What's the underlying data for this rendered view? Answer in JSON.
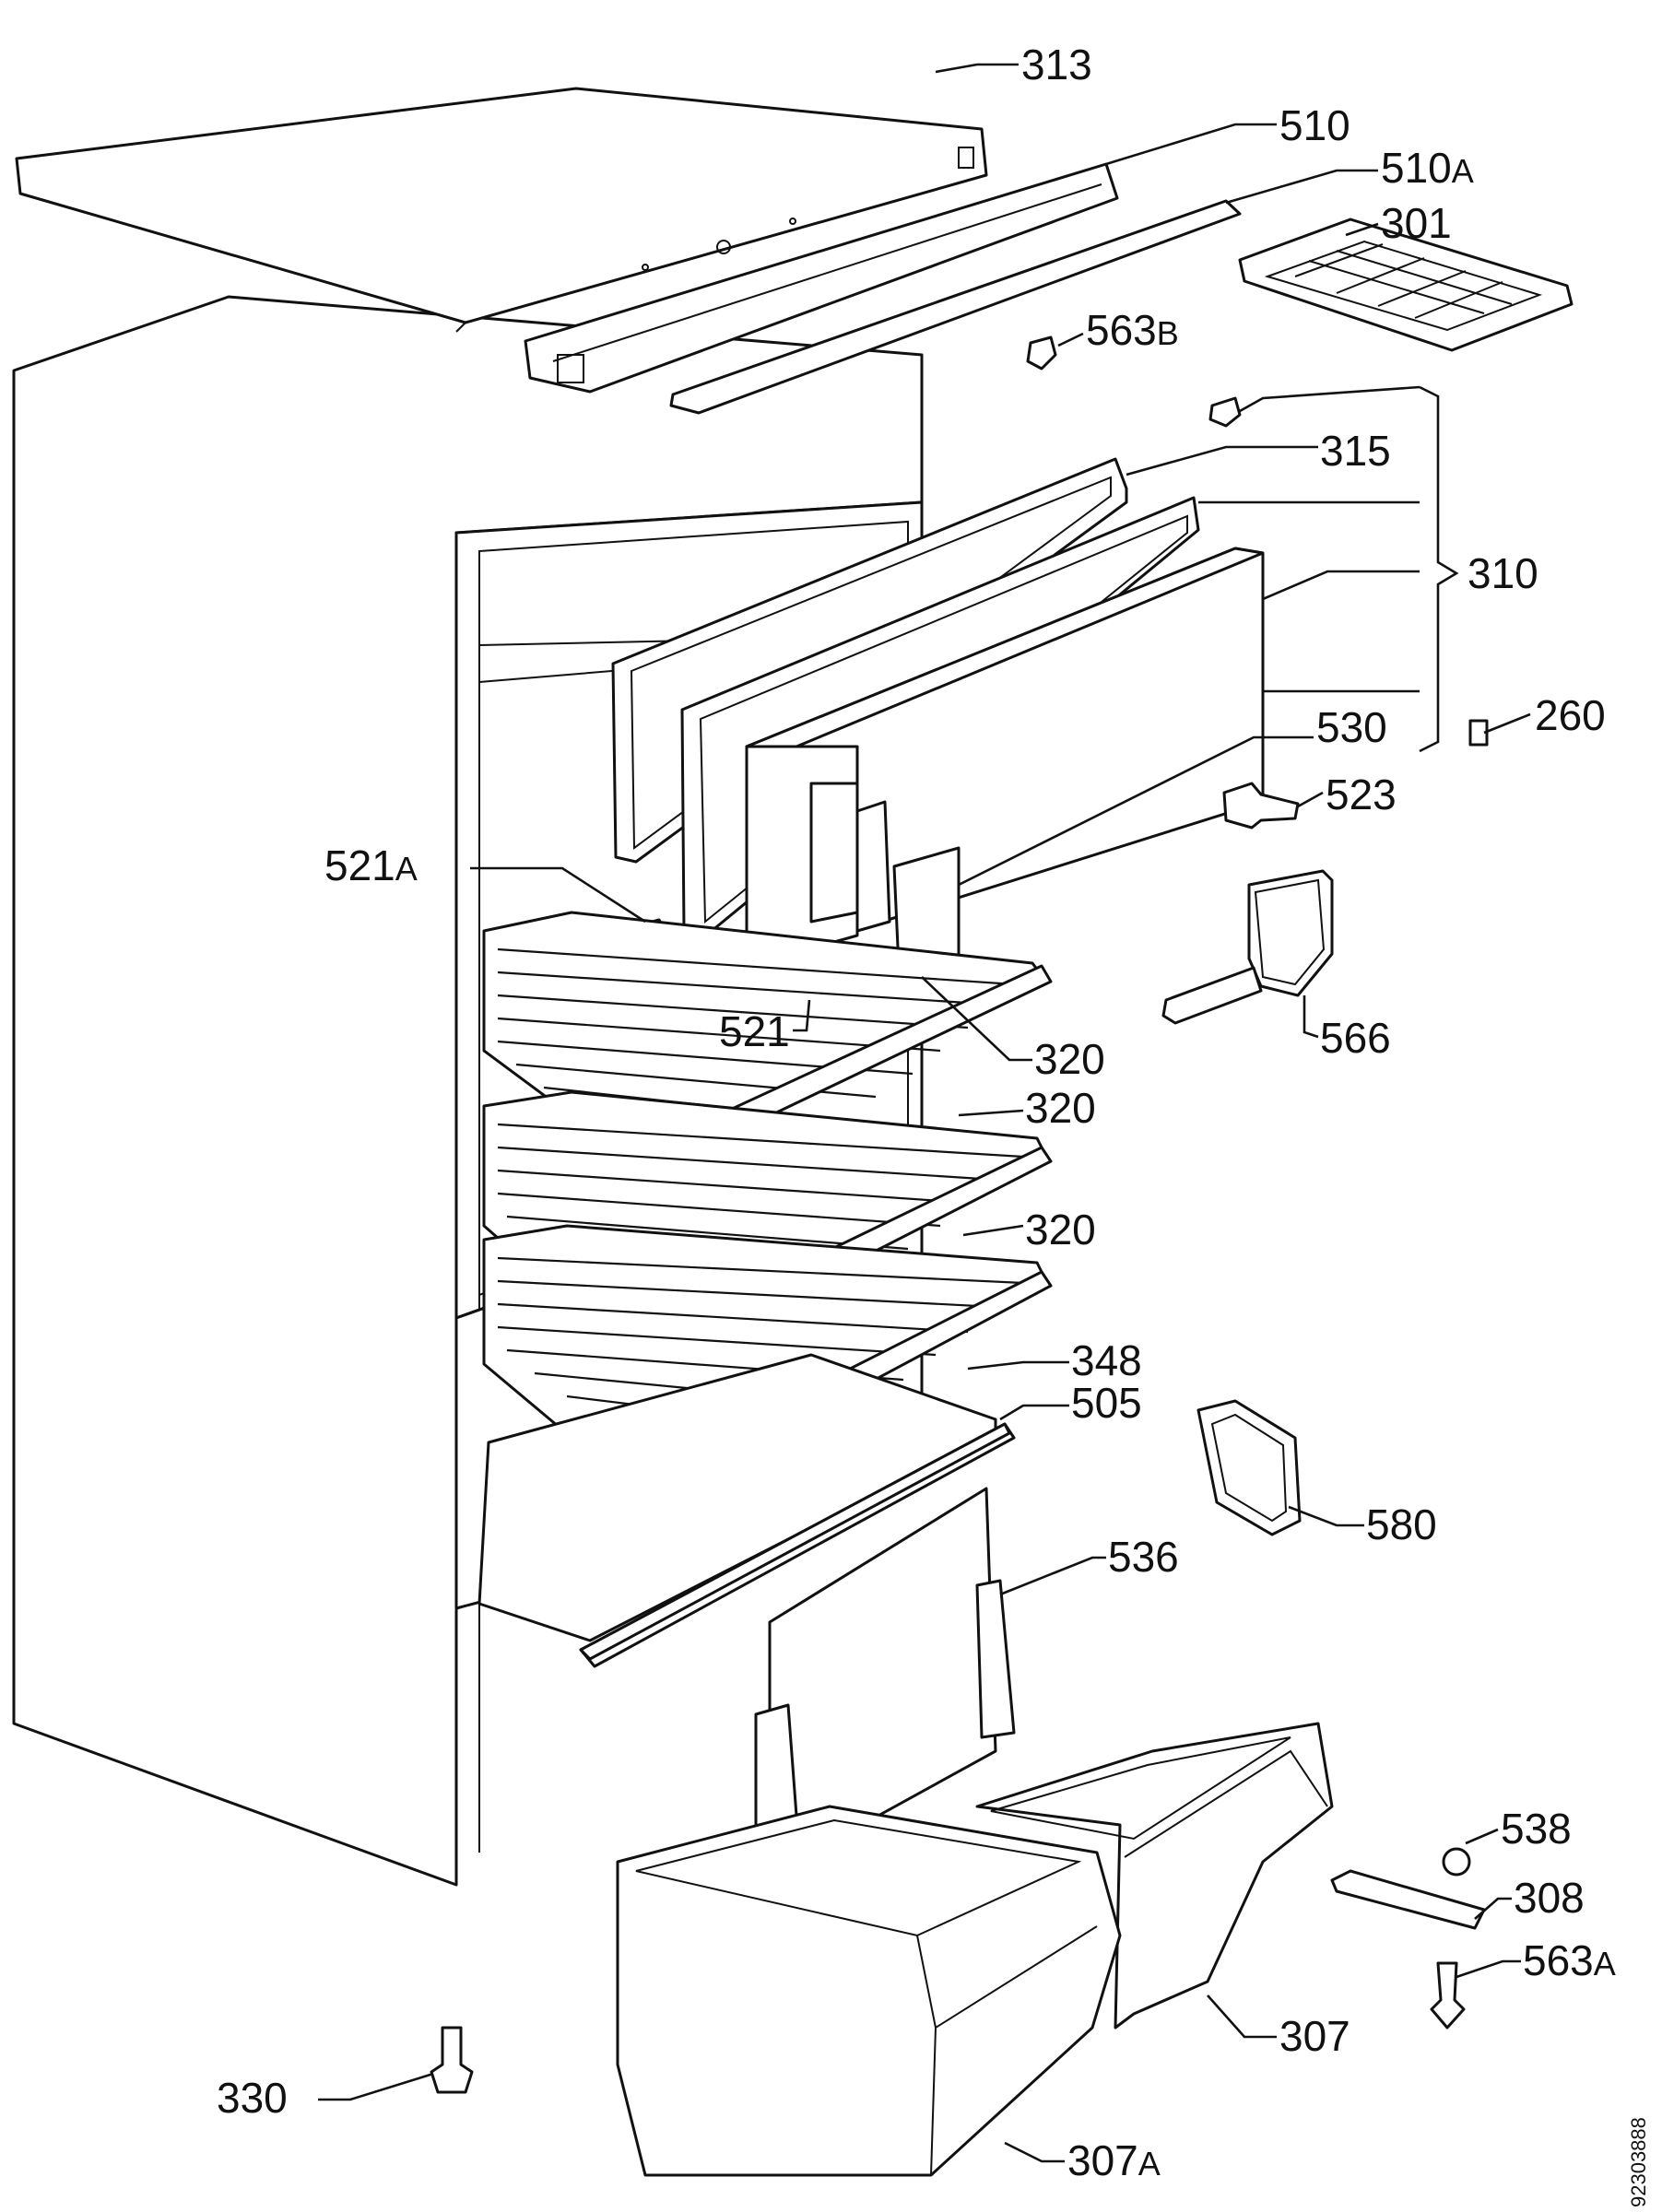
{
  "callouts": [
    {
      "id": "313",
      "num": "313",
      "sfx": ""
    },
    {
      "id": "510",
      "num": "510",
      "sfx": ""
    },
    {
      "id": "510a",
      "num": "510",
      "sfx": "A"
    },
    {
      "id": "301",
      "num": "301",
      "sfx": ""
    },
    {
      "id": "563b",
      "num": "563",
      "sfx": "B"
    },
    {
      "id": "315",
      "num": "315",
      "sfx": ""
    },
    {
      "id": "310",
      "num": "310",
      "sfx": ""
    },
    {
      "id": "530",
      "num": "530",
      "sfx": ""
    },
    {
      "id": "260",
      "num": "260",
      "sfx": ""
    },
    {
      "id": "523",
      "num": "523",
      "sfx": ""
    },
    {
      "id": "521a",
      "num": "521",
      "sfx": "A"
    },
    {
      "id": "521",
      "num": "521",
      "sfx": ""
    },
    {
      "id": "566",
      "num": "566",
      "sfx": ""
    },
    {
      "id": "320a",
      "num": "320",
      "sfx": ""
    },
    {
      "id": "320b",
      "num": "320",
      "sfx": ""
    },
    {
      "id": "320c",
      "num": "320",
      "sfx": ""
    },
    {
      "id": "348",
      "num": "348",
      "sfx": ""
    },
    {
      "id": "505",
      "num": "505",
      "sfx": ""
    },
    {
      "id": "580",
      "num": "580",
      "sfx": ""
    },
    {
      "id": "536",
      "num": "536",
      "sfx": ""
    },
    {
      "id": "538",
      "num": "538",
      "sfx": ""
    },
    {
      "id": "308",
      "num": "308",
      "sfx": ""
    },
    {
      "id": "563a",
      "num": "563",
      "sfx": "A"
    },
    {
      "id": "307",
      "num": "307",
      "sfx": ""
    },
    {
      "id": "330",
      "num": "330",
      "sfx": ""
    },
    {
      "id": "307a",
      "num": "307",
      "sfx": "A"
    }
  ],
  "document_number": "92303888"
}
